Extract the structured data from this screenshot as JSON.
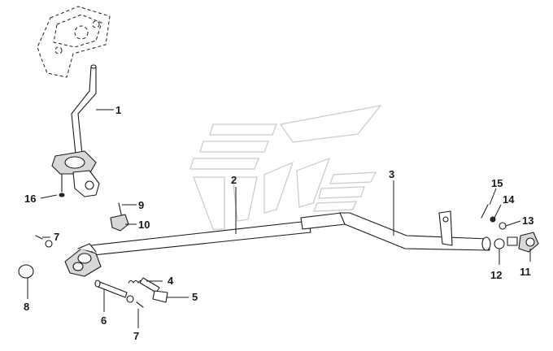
{
  "callouts": [
    {
      "id": "c1",
      "label": "1"
    },
    {
      "id": "c2",
      "label": "2"
    },
    {
      "id": "c3",
      "label": "3"
    },
    {
      "id": "c4",
      "label": "4"
    },
    {
      "id": "c5",
      "label": "5"
    },
    {
      "id": "c6",
      "label": "6"
    },
    {
      "id": "c7a",
      "label": "7"
    },
    {
      "id": "c7b",
      "label": "7"
    },
    {
      "id": "c8",
      "label": "8"
    },
    {
      "id": "c9",
      "label": "9"
    },
    {
      "id": "c10",
      "label": "10"
    },
    {
      "id": "c11",
      "label": "11"
    },
    {
      "id": "c12",
      "label": "12"
    },
    {
      "id": "c13",
      "label": "13"
    },
    {
      "id": "c14",
      "label": "14"
    },
    {
      "id": "c15",
      "label": "15"
    },
    {
      "id": "c16",
      "label": "16"
    }
  ],
  "colors": {
    "line": "#1a1a1a",
    "watermark": "#c9c9c9",
    "background": "#ffffff"
  }
}
